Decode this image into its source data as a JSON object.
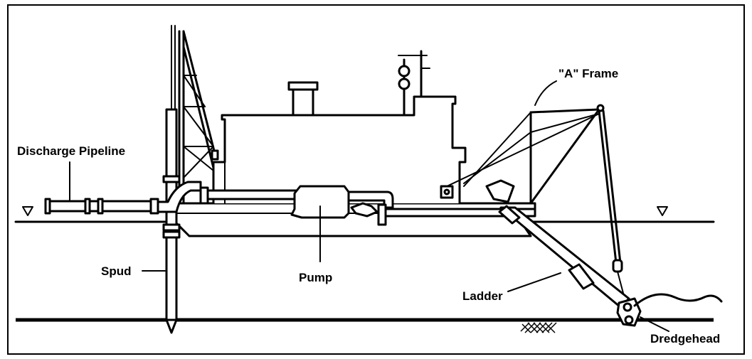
{
  "diagram": {
    "labels": {
      "a_frame": "\"A\" Frame",
      "discharge_pipeline": "Discharge Pipeline",
      "spud": "Spud",
      "pump": "Pump",
      "ladder": "Ladder",
      "dredgehead": "Dredgehead"
    }
  }
}
